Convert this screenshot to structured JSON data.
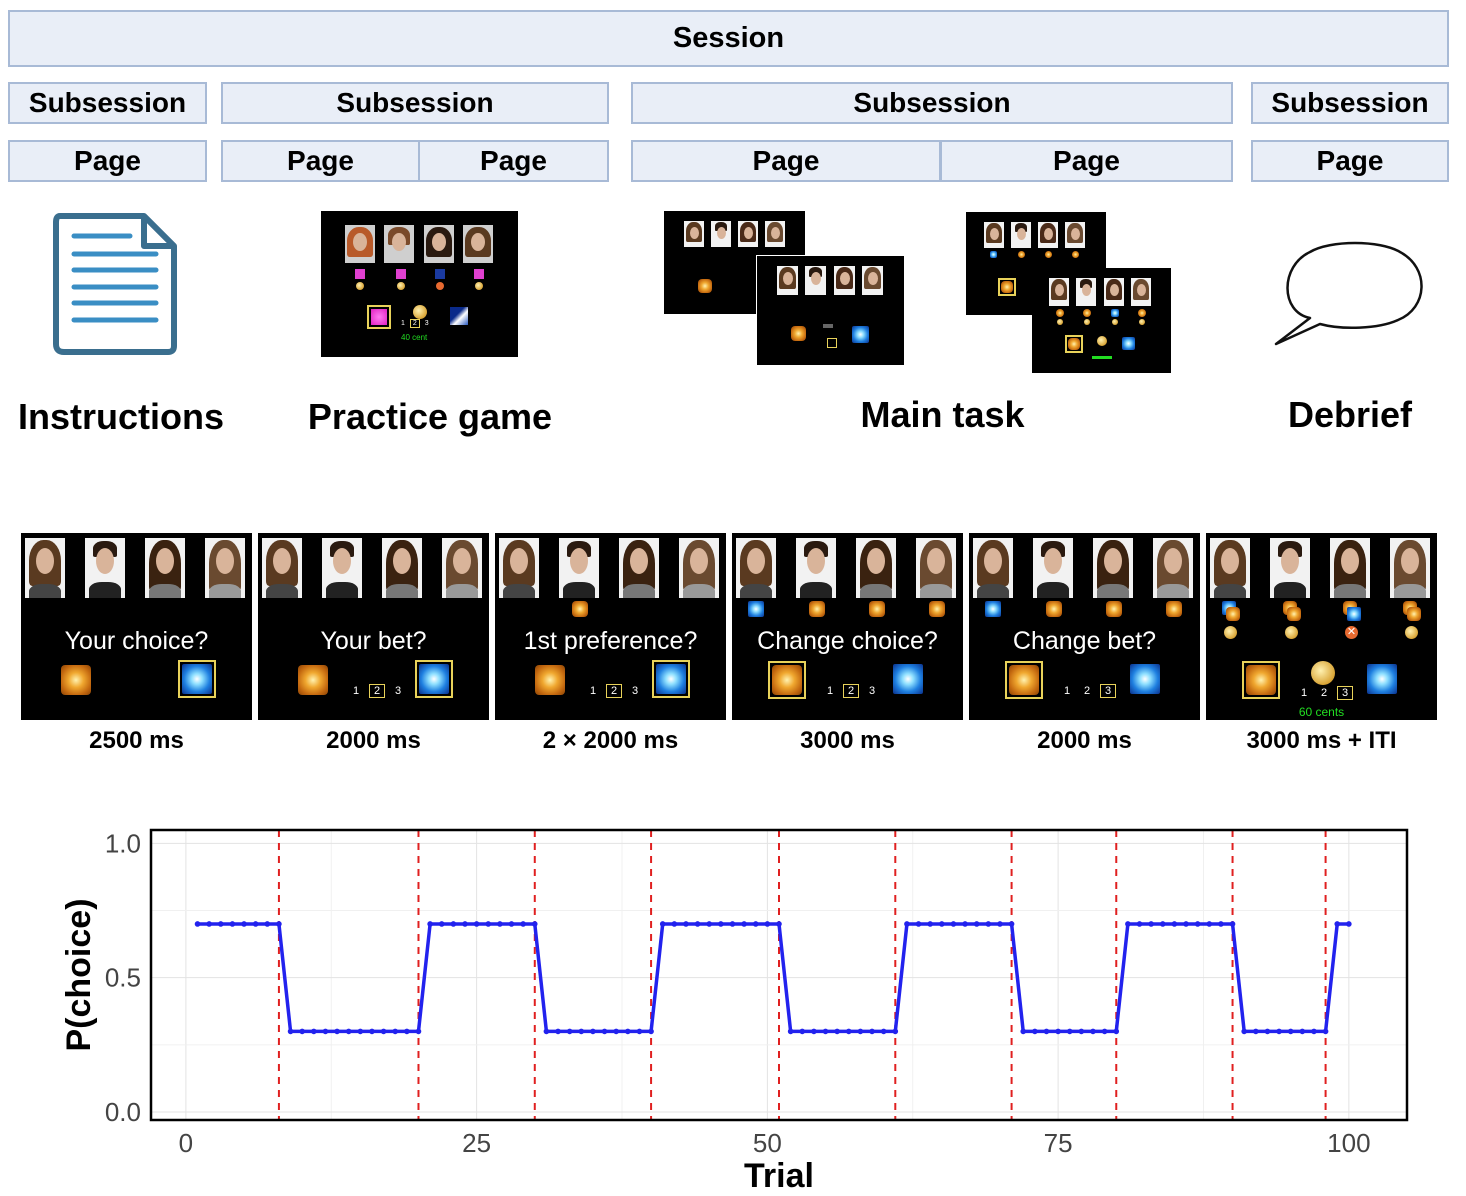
{
  "hierarchy": {
    "session": "Session",
    "subsessions": [
      "Subsession",
      "Subsession",
      "Subsession",
      "Subsession"
    ],
    "pages": [
      "Page",
      "Page",
      "Page",
      "Page",
      "Page",
      "Page"
    ]
  },
  "stages": {
    "instructions": "Instructions",
    "practice": "Practice game",
    "main_task": "Main task",
    "debrief": "Debrief"
  },
  "practice_thumb": {
    "reward": "40 cent",
    "bet_values": [
      "1",
      "2",
      "3"
    ]
  },
  "trial_sequence": [
    {
      "prompt": "Your choice?",
      "duration": "2500 ms"
    },
    {
      "prompt": "Your bet?",
      "duration": "2000 ms"
    },
    {
      "prompt": "1st preference?",
      "duration": "2 × 2000 ms"
    },
    {
      "prompt": "Change choice?",
      "duration": "3000 ms"
    },
    {
      "prompt": "Change bet?",
      "duration": "2000 ms"
    },
    {
      "prompt": "",
      "duration": "3000 ms + ITI"
    }
  ],
  "bet_values": [
    "1",
    "2",
    "3"
  ],
  "feedback_reward": "60 cents",
  "colors": {
    "box_fill": "#e9eef7",
    "box_border": "#a8bad6",
    "line": "#2222ee",
    "reversal": "#e02020",
    "reward_text": "#22dd22",
    "doc_icon": "#3a6e8e"
  },
  "chart_data": {
    "type": "line",
    "title": "",
    "xlabel": "Trial",
    "ylabel": "P(choice)",
    "xlim": [
      -3,
      105
    ],
    "ylim": [
      -0.03,
      1.05
    ],
    "xticks": [
      "0",
      "25",
      "50",
      "75",
      "100"
    ],
    "yticks": [
      "0.0",
      "0.5",
      "1.0"
    ],
    "grid": true,
    "reversals": [
      8,
      20,
      30,
      40,
      51,
      61,
      71,
      80,
      90,
      98
    ],
    "series": [
      {
        "x": [
          1,
          2,
          3,
          4,
          5,
          6,
          7,
          8,
          9,
          10,
          11,
          12,
          13,
          14,
          15,
          16,
          17,
          18,
          19,
          20,
          21,
          22,
          23,
          24,
          25,
          26,
          27,
          28,
          29,
          30,
          31,
          32,
          33,
          34,
          35,
          36,
          37,
          38,
          39,
          40,
          41,
          42,
          43,
          44,
          45,
          46,
          47,
          48,
          49,
          50,
          51,
          52,
          53,
          54,
          55,
          56,
          57,
          58,
          59,
          60,
          61,
          62,
          63,
          64,
          65,
          66,
          67,
          68,
          69,
          70,
          71,
          72,
          73,
          74,
          75,
          76,
          77,
          78,
          79,
          80,
          81,
          82,
          83,
          84,
          85,
          86,
          87,
          88,
          89,
          90,
          91,
          92,
          93,
          94,
          95,
          96,
          97,
          98,
          99,
          100
        ],
        "y": [
          0.7,
          0.7,
          0.7,
          0.7,
          0.7,
          0.7,
          0.7,
          0.7,
          0.3,
          0.3,
          0.3,
          0.3,
          0.3,
          0.3,
          0.3,
          0.3,
          0.3,
          0.3,
          0.3,
          0.3,
          0.7,
          0.7,
          0.7,
          0.7,
          0.7,
          0.7,
          0.7,
          0.7,
          0.7,
          0.7,
          0.3,
          0.3,
          0.3,
          0.3,
          0.3,
          0.3,
          0.3,
          0.3,
          0.3,
          0.3,
          0.7,
          0.7,
          0.7,
          0.7,
          0.7,
          0.7,
          0.7,
          0.7,
          0.7,
          0.7,
          0.7,
          0.3,
          0.3,
          0.3,
          0.3,
          0.3,
          0.3,
          0.3,
          0.3,
          0.3,
          0.3,
          0.7,
          0.7,
          0.7,
          0.7,
          0.7,
          0.7,
          0.7,
          0.7,
          0.7,
          0.7,
          0.3,
          0.3,
          0.3,
          0.3,
          0.3,
          0.3,
          0.3,
          0.3,
          0.3,
          0.7,
          0.7,
          0.7,
          0.7,
          0.7,
          0.7,
          0.7,
          0.7,
          0.7,
          0.7,
          0.3,
          0.3,
          0.3,
          0.3,
          0.3,
          0.3,
          0.3,
          0.3,
          0.7,
          0.7
        ]
      }
    ]
  }
}
